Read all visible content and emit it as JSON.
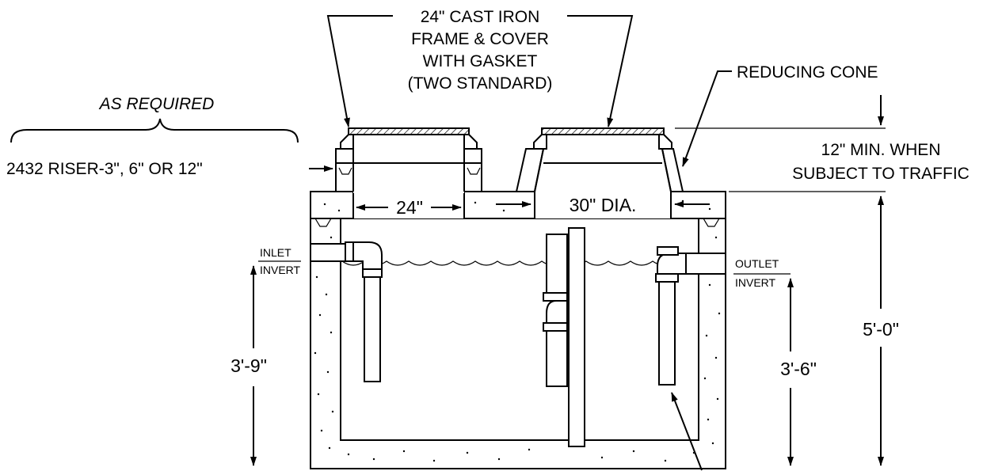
{
  "callouts": {
    "frame_line1": "24\" CAST IRON",
    "frame_line2": "FRAME & COVER",
    "frame_line3": "WITH GASKET",
    "frame_line4": "(TWO STANDARD)",
    "reducing_cone": "REDUCING CONE",
    "as_required": "AS REQUIRED",
    "riser": "2432 RISER-3\", 6\" OR 12\"",
    "traffic_line1": "12\" MIN. WHEN",
    "traffic_line2": "SUBJECT TO TRAFFIC",
    "inlet_line1": "INLET",
    "inlet_line2": "INVERT",
    "outlet_line1": "OUTLET",
    "outlet_line2": "INVERT"
  },
  "dimensions": {
    "opening_24": "24\"",
    "opening_30": "30\" DIA.",
    "inlet_height": "3'-9\"",
    "outlet_height": "3'-6\"",
    "tank_height": "5'-0\""
  }
}
